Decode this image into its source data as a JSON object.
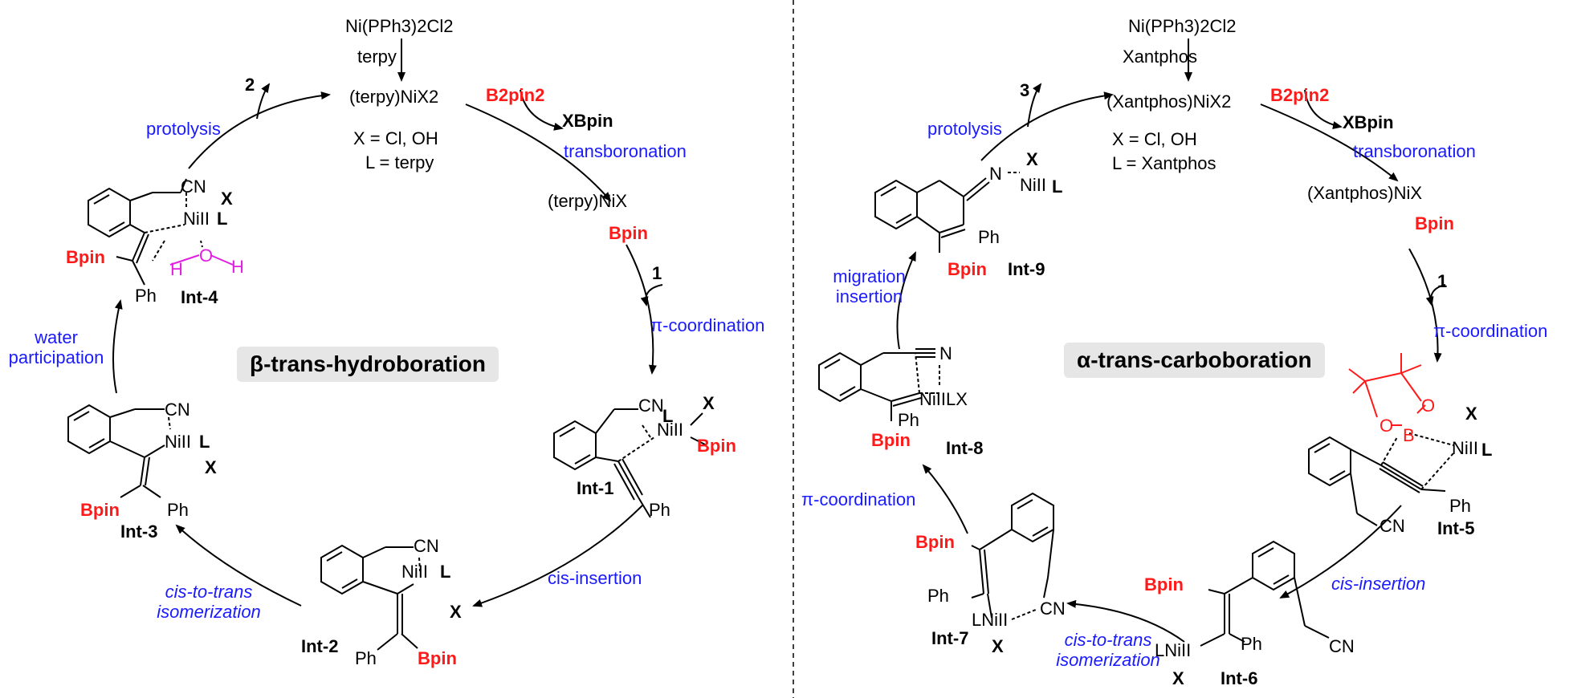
{
  "left": {
    "catalyst": "Ni(PPh3)2Cl2",
    "ligand_added": "terpy",
    "complex": "(terpy)NiX2",
    "x_def": "X = Cl, OH",
    "l_def": "L = terpy",
    "reagent": "B2pin2",
    "byproduct": "XBpin",
    "step_transboronation": "transboronation",
    "active_species": "(terpy)NiX",
    "active_bpin": "Bpin",
    "substrate": "1",
    "step_pi": "π-coordination",
    "int1": "Int-1",
    "step_cis": "cis-insertion",
    "int2": "Int-2",
    "step_isom": "cis-to-trans isomerization",
    "int3": "Int-3",
    "step_water": "water participation",
    "int4": "Int-4",
    "step_protolysis": "protolysis",
    "product": "2",
    "title": "β-trans-hydroboration"
  },
  "right": {
    "catalyst": "Ni(PPh3)2Cl2",
    "ligand_added": "Xantphos",
    "complex": "(Xantphos)NiX2",
    "x_def": "X = Cl, OH",
    "l_def": "L = Xantphos",
    "reagent": "B2pin2",
    "byproduct": "XBpin",
    "step_transboronation": "transboronation",
    "active_species": "(Xantphos)NiX",
    "active_bpin": "Bpin",
    "substrate": "1",
    "step_pi": "π-coordination",
    "int5": "Int-5",
    "step_cis": "cis-insertion",
    "int6": "Int-6",
    "step_isom": "cis-to-trans isomerization",
    "int7": "Int-7",
    "step_pi2": "π-coordination",
    "int8": "Int-8",
    "step_migration": "migration insertion",
    "int9": "Int-9",
    "step_protolysis": "protolysis",
    "product": "3",
    "title": "α-trans-carboboration"
  },
  "atoms": {
    "Bpin": "Bpin",
    "Ph": "Ph",
    "CN": "CN",
    "N": "N",
    "X": "X",
    "L": "L",
    "H": "H",
    "O": "O",
    "B": "B",
    "NiII": "NiII",
    "LNiII": "LNiII",
    "NiIILX": "NiIILX"
  },
  "colors": {
    "step_text": "#1a1aff",
    "boron": "#ff1a1a",
    "water": "#e020e0",
    "banner": "#e6e6e6"
  }
}
